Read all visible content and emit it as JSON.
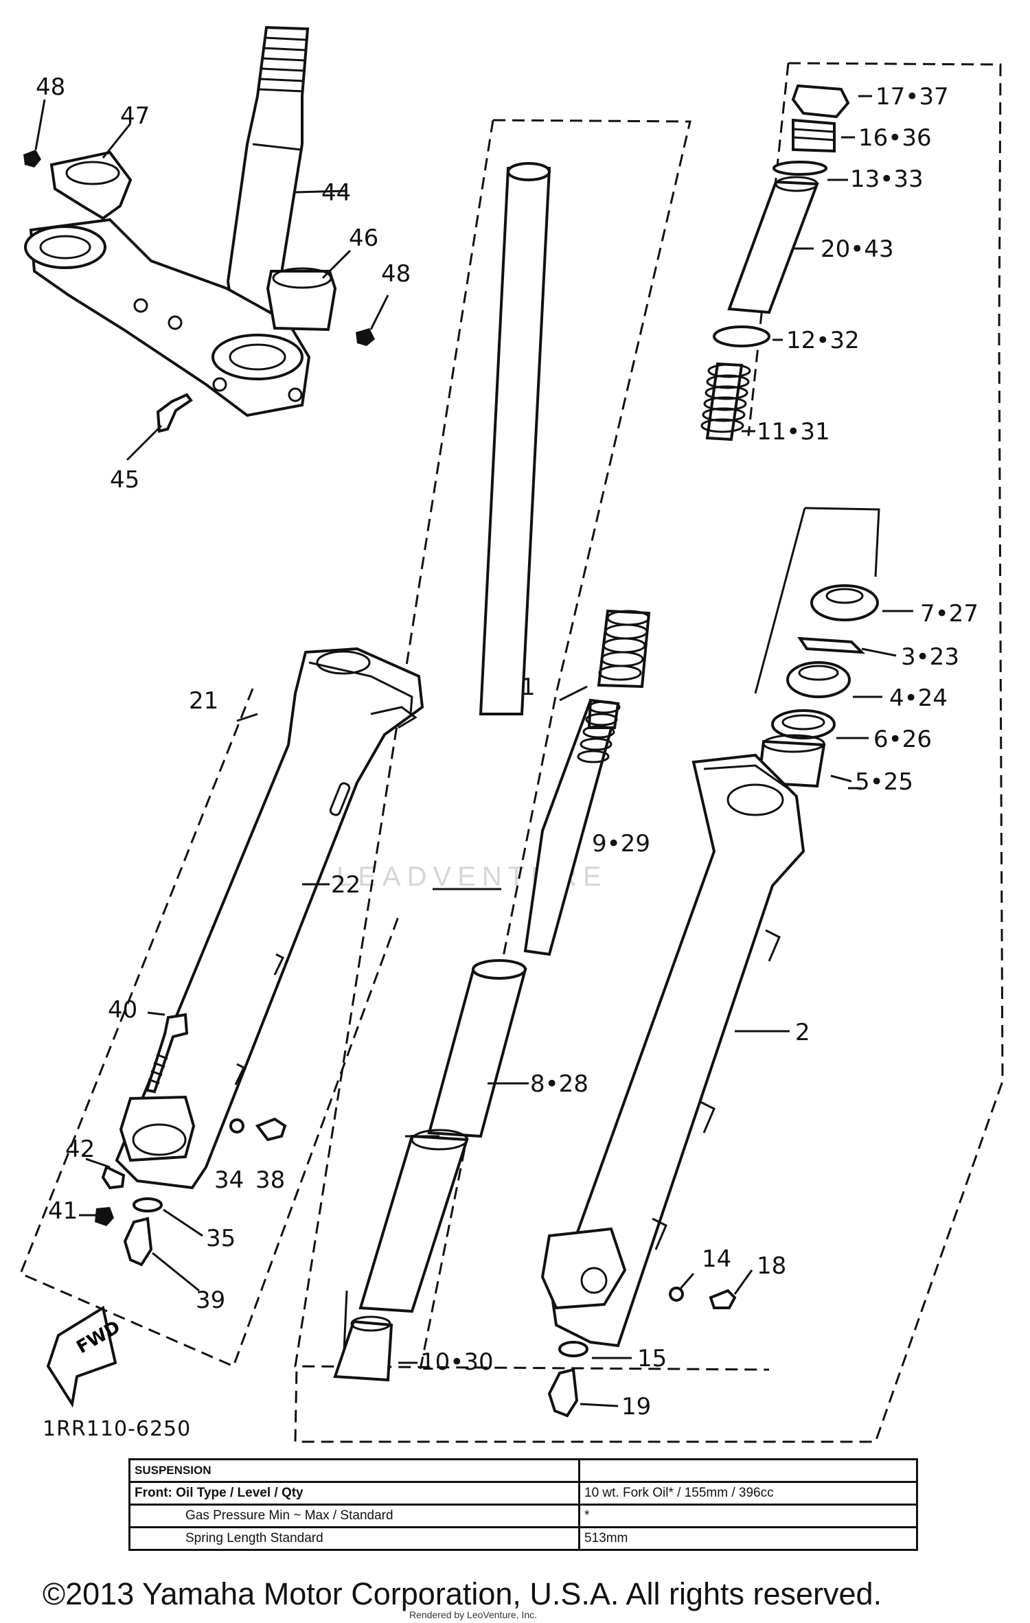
{
  "diagram_code": "1RR110-6250",
  "fwd_label": "FWD",
  "watermark": "LEADVENTURE",
  "callouts": [
    {
      "id": "c48a",
      "text": "48"
    },
    {
      "id": "c47",
      "text": "47"
    },
    {
      "id": "c44",
      "text": "44"
    },
    {
      "id": "c46",
      "text": "46"
    },
    {
      "id": "c48b",
      "text": "48"
    },
    {
      "id": "c45",
      "text": "45"
    },
    {
      "id": "c21",
      "text": "21"
    },
    {
      "id": "c22",
      "text": "22"
    },
    {
      "id": "c40",
      "text": "40"
    },
    {
      "id": "c42",
      "text": "42"
    },
    {
      "id": "c34",
      "text": "34"
    },
    {
      "id": "c38",
      "text": "38"
    },
    {
      "id": "c41",
      "text": "41"
    },
    {
      "id": "c35",
      "text": "35"
    },
    {
      "id": "c39",
      "text": "39"
    },
    {
      "id": "c1",
      "text": "1"
    },
    {
      "id": "c9",
      "text": "9•29"
    },
    {
      "id": "c8",
      "text": "8•28"
    },
    {
      "id": "c10",
      "text": "10•30"
    },
    {
      "id": "c17",
      "text": "17•37"
    },
    {
      "id": "c16",
      "text": "16•36"
    },
    {
      "id": "c13",
      "text": "13•33"
    },
    {
      "id": "c20",
      "text": "20•43"
    },
    {
      "id": "c12",
      "text": "12•32"
    },
    {
      "id": "c11",
      "text": "11•31"
    },
    {
      "id": "c7",
      "text": "7•27"
    },
    {
      "id": "c3",
      "text": "3•23"
    },
    {
      "id": "c4",
      "text": "4•24"
    },
    {
      "id": "c6",
      "text": "6•26"
    },
    {
      "id": "c5",
      "text": "5•25"
    },
    {
      "id": "c2",
      "text": "2"
    },
    {
      "id": "c14",
      "text": "14"
    },
    {
      "id": "c18",
      "text": "18"
    },
    {
      "id": "c15",
      "text": "15"
    },
    {
      "id": "c19",
      "text": "19"
    }
  ],
  "spec_table": {
    "header": "SUSPENSION",
    "rows": [
      {
        "label": "Front: Oil Type / Level / Qty",
        "value": "10 wt. Fork Oil* / 155mm / 396cc"
      },
      {
        "label": "Gas Pressure Min ~ Max / Standard",
        "value": "*"
      },
      {
        "label": "Spring Length Standard",
        "value": "513mm"
      }
    ]
  },
  "copyright": "©2013 Yamaha Motor Corporation, U.S.A. All rights reserved.",
  "render_note": "Rendered by LeoVenture, Inc."
}
